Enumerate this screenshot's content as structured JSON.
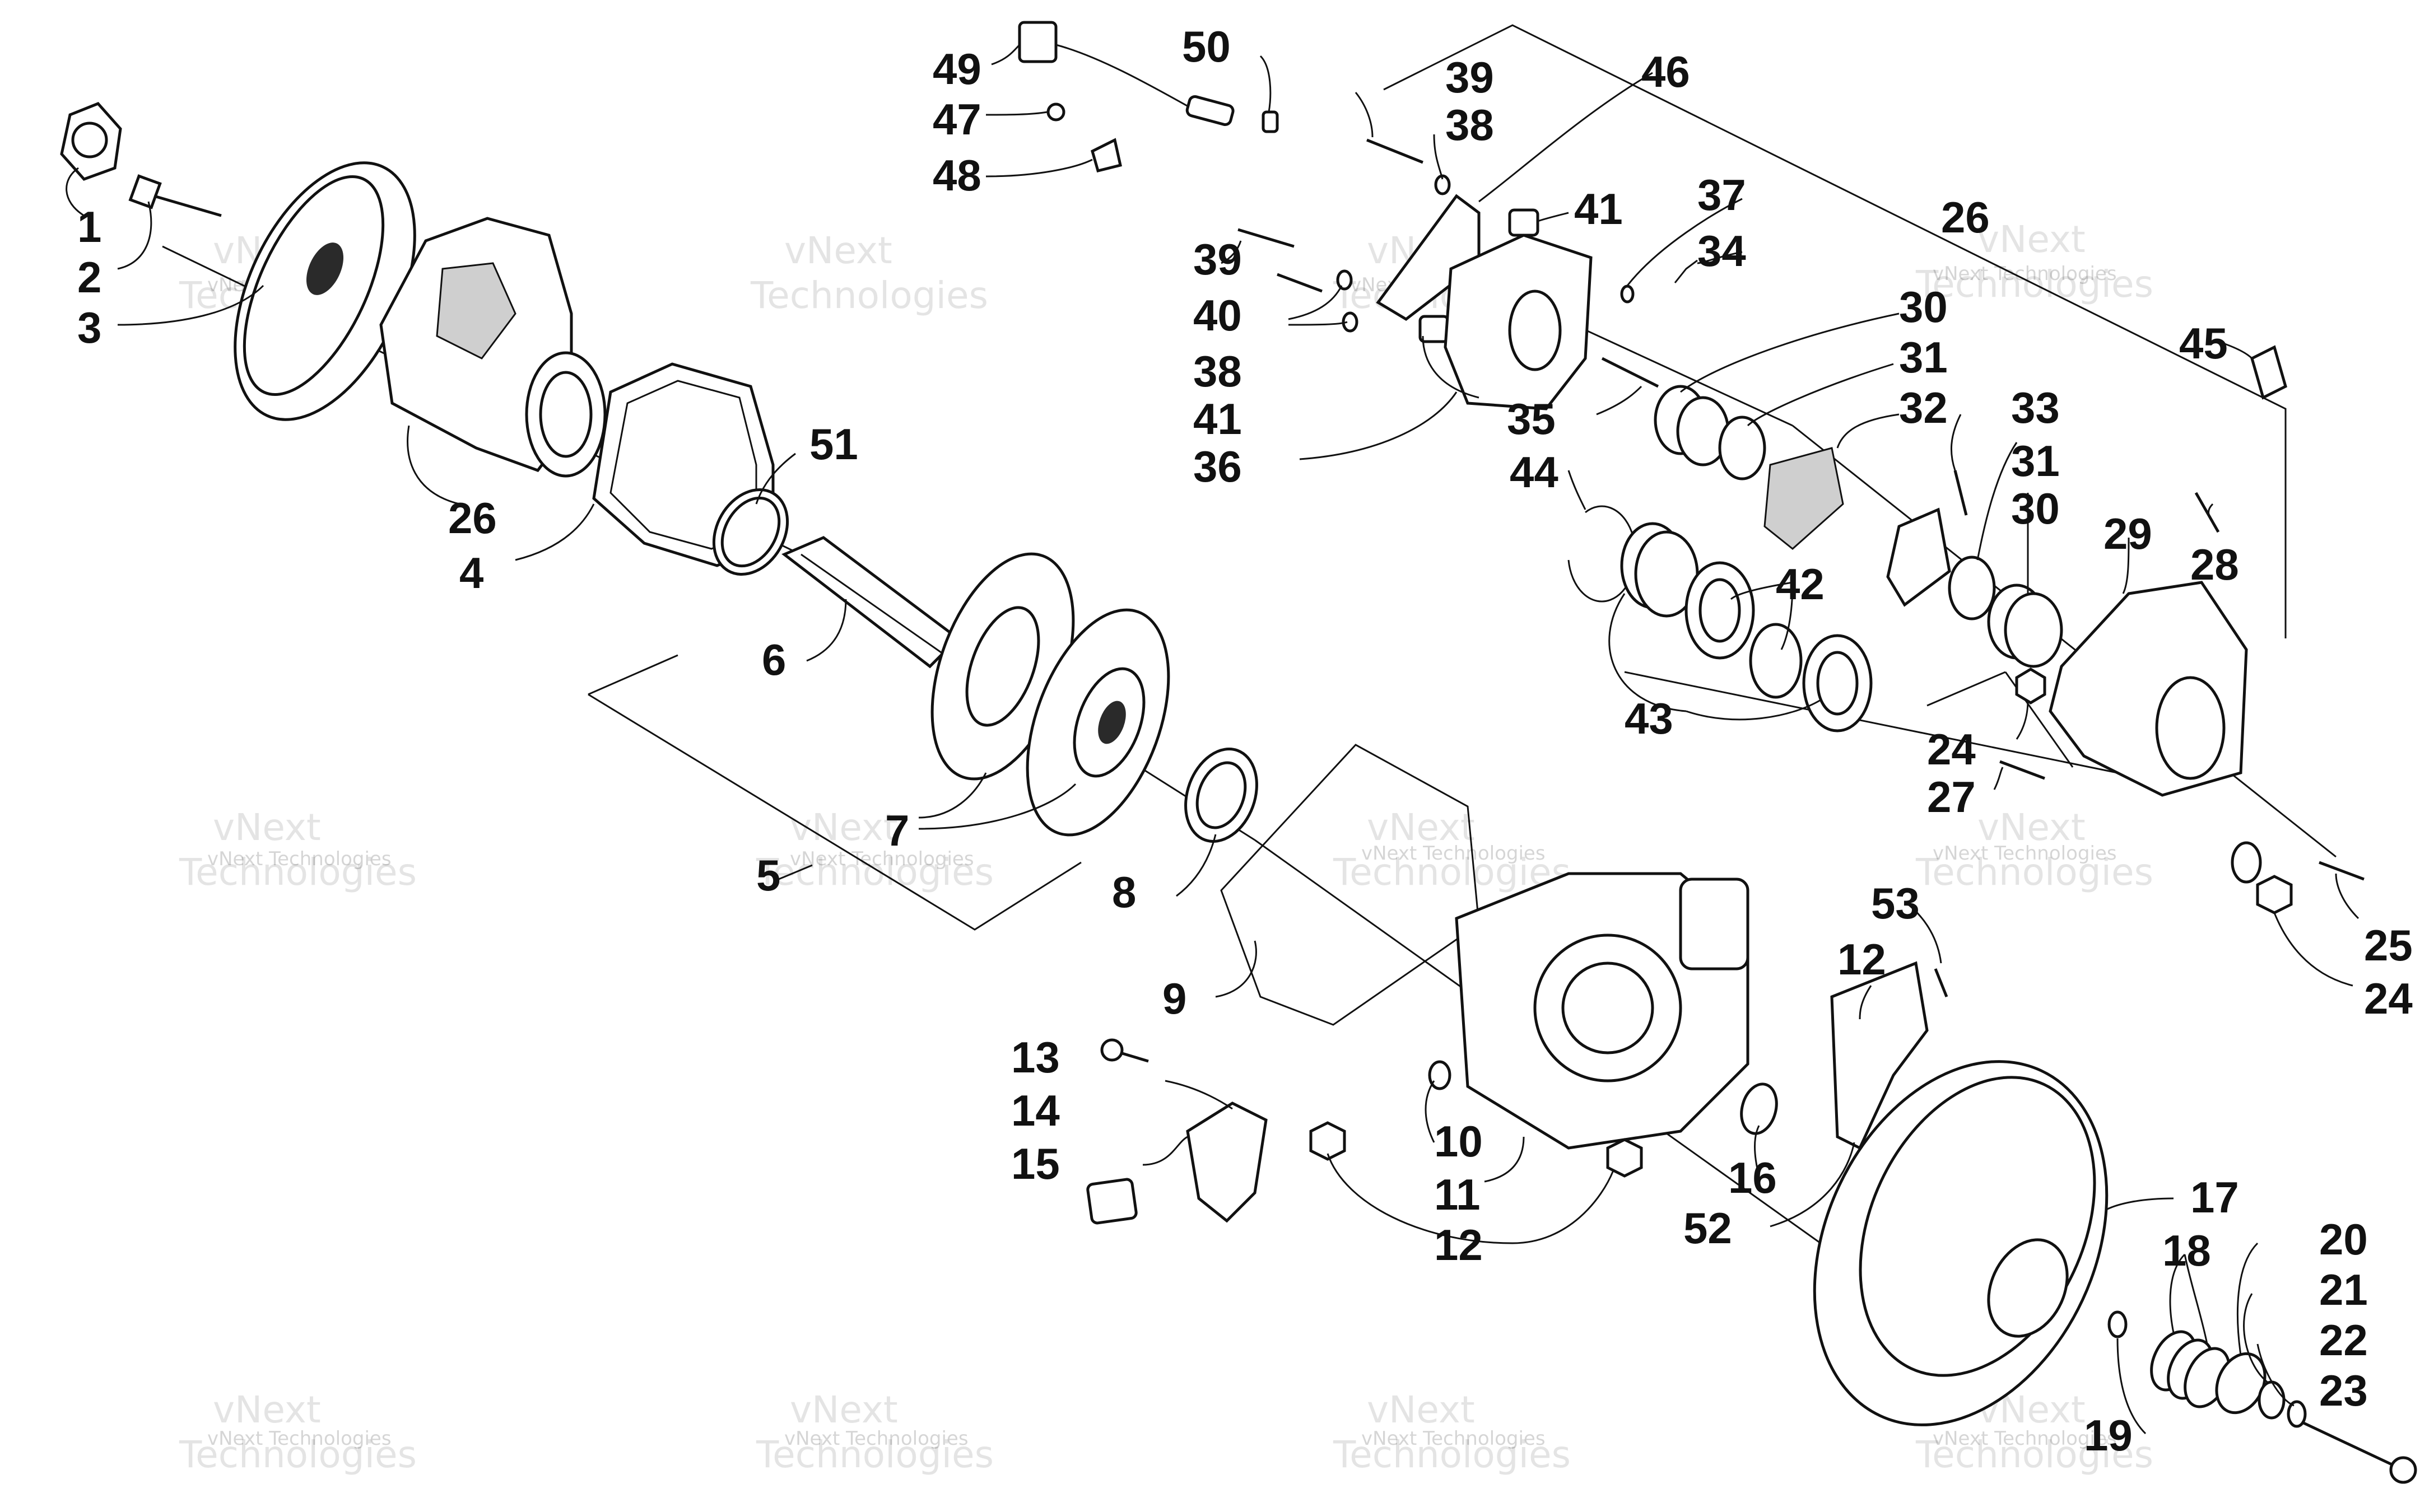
{
  "watermark": {
    "small": "vNext Technologies",
    "large_top": "vNext",
    "large_bottom": "Technologies"
  },
  "callouts": [
    {
      "id": "c1",
      "text": "1"
    },
    {
      "id": "c2",
      "text": "2"
    },
    {
      "id": "c3",
      "text": "3"
    },
    {
      "id": "c26a",
      "text": "26"
    },
    {
      "id": "c4",
      "text": "4"
    },
    {
      "id": "c51",
      "text": "51"
    },
    {
      "id": "c6",
      "text": "6"
    },
    {
      "id": "c5",
      "text": "5"
    },
    {
      "id": "c7",
      "text": "7"
    },
    {
      "id": "c8",
      "text": "8"
    },
    {
      "id": "c9",
      "text": "9"
    },
    {
      "id": "c13",
      "text": "13"
    },
    {
      "id": "c14",
      "text": "14"
    },
    {
      "id": "c15",
      "text": "15"
    },
    {
      "id": "c10",
      "text": "10"
    },
    {
      "id": "c11",
      "text": "11"
    },
    {
      "id": "c12a",
      "text": "12"
    },
    {
      "id": "c12b",
      "text": "12"
    },
    {
      "id": "c16",
      "text": "16"
    },
    {
      "id": "c52",
      "text": "52"
    },
    {
      "id": "c53",
      "text": "53"
    },
    {
      "id": "c17",
      "text": "17"
    },
    {
      "id": "c18",
      "text": "18"
    },
    {
      "id": "c19",
      "text": "19"
    },
    {
      "id": "c20",
      "text": "20"
    },
    {
      "id": "c21",
      "text": "21"
    },
    {
      "id": "c22",
      "text": "22"
    },
    {
      "id": "c23",
      "text": "23"
    },
    {
      "id": "c49",
      "text": "49"
    },
    {
      "id": "c47",
      "text": "47"
    },
    {
      "id": "c48",
      "text": "48"
    },
    {
      "id": "c50",
      "text": "50"
    },
    {
      "id": "c39a",
      "text": "39"
    },
    {
      "id": "c38a",
      "text": "38"
    },
    {
      "id": "c46",
      "text": "46"
    },
    {
      "id": "c41a",
      "text": "41"
    },
    {
      "id": "c37",
      "text": "37"
    },
    {
      "id": "c34",
      "text": "34"
    },
    {
      "id": "c39b",
      "text": "39"
    },
    {
      "id": "c40",
      "text": "40"
    },
    {
      "id": "c38b",
      "text": "38"
    },
    {
      "id": "c41b",
      "text": "41"
    },
    {
      "id": "c35",
      "text": "35"
    },
    {
      "id": "c36",
      "text": "36"
    },
    {
      "id": "c26b",
      "text": "26"
    },
    {
      "id": "c30a",
      "text": "30"
    },
    {
      "id": "c31a",
      "text": "31"
    },
    {
      "id": "c32",
      "text": "32"
    },
    {
      "id": "c33",
      "text": "33"
    },
    {
      "id": "c31b",
      "text": "31"
    },
    {
      "id": "c30b",
      "text": "30"
    },
    {
      "id": "c45",
      "text": "45"
    },
    {
      "id": "c44",
      "text": "44"
    },
    {
      "id": "c42",
      "text": "42"
    },
    {
      "id": "c43",
      "text": "43"
    },
    {
      "id": "c29",
      "text": "29"
    },
    {
      "id": "c28",
      "text": "28"
    },
    {
      "id": "c24a",
      "text": "24"
    },
    {
      "id": "c27",
      "text": "27"
    },
    {
      "id": "c25",
      "text": "25"
    },
    {
      "id": "c24b",
      "text": "24"
    }
  ]
}
